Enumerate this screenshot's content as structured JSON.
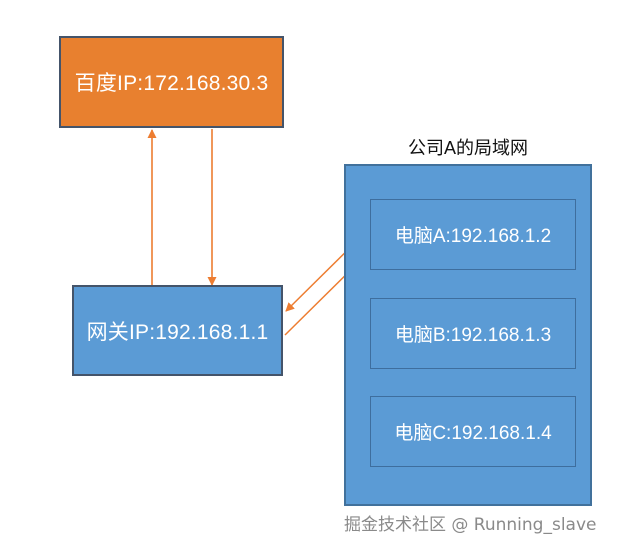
{
  "diagram": {
    "title_lan": "公司A的局域网",
    "watermark": "掘金技术社区 @ Running_slave",
    "colors": {
      "orange_fill": "#E8802F",
      "blue_fill": "#5B9BD5",
      "dark_border": "#44546A",
      "lan_border": "#41719C",
      "arrow": "#ED7D31",
      "text_on_shape": "#FFFFFF",
      "title_text": "#111111",
      "watermark_text": "#8A8A8A"
    },
    "nodes": {
      "baidu": {
        "label": "百度IP:172.168.30.3"
      },
      "gateway": {
        "label": "网关IP:192.168.1.1"
      },
      "pcs": [
        {
          "label": "电脑A:192.168.1.2"
        },
        {
          "label": "电脑B:192.168.1.3"
        },
        {
          "label": "电脑C:192.168.1.4"
        }
      ]
    },
    "edges": [
      {
        "name": "gateway-to-baidu",
        "from": "gateway",
        "to": "baidu",
        "direction": "up"
      },
      {
        "name": "baidu-to-gateway",
        "from": "baidu",
        "to": "gateway",
        "direction": "down"
      },
      {
        "name": "gateway-to-pc-a",
        "from": "gateway",
        "to": "pc-a",
        "direction": "up-right"
      },
      {
        "name": "pc-a-to-gateway",
        "from": "pc-a",
        "to": "gateway",
        "direction": "down-left"
      }
    ]
  }
}
